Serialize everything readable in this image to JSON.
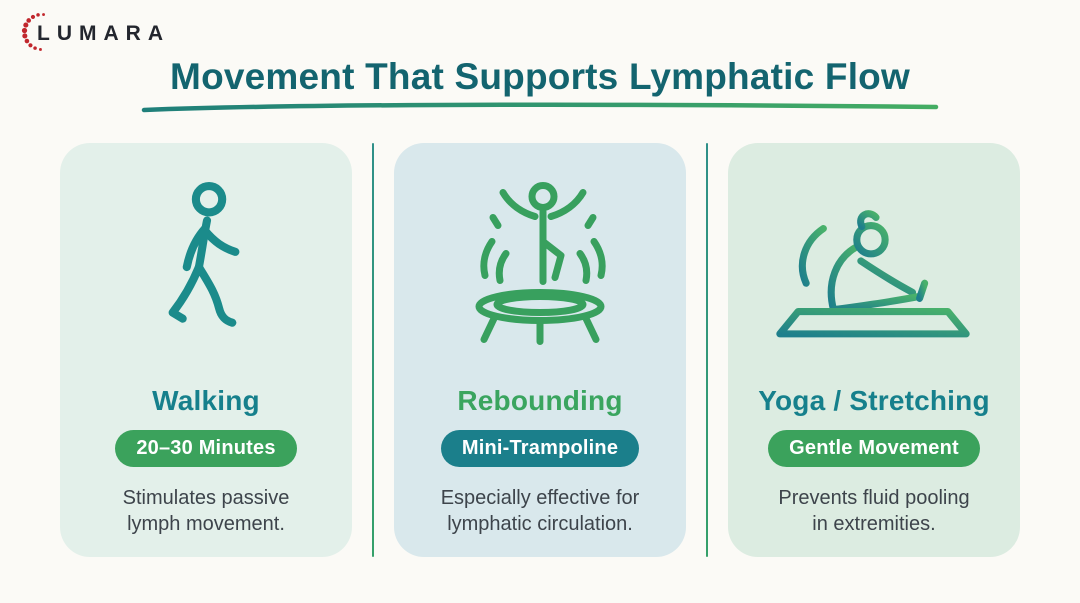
{
  "brand": {
    "name": "LUMARA"
  },
  "header": {
    "title": "Movement That Supports Lymphatic Flow"
  },
  "cards": [
    {
      "id": "walking",
      "icon": "walking-person-icon",
      "title": "Walking",
      "badge": "20–30 Minutes",
      "description": "Stimulates passive lymph movement.",
      "description_lines": [
        "Stimulates passive",
        "lymph movement."
      ]
    },
    {
      "id": "rebounding",
      "icon": "trampoline-jump-icon",
      "title": "Rebounding",
      "badge": "Mini-Trampoline",
      "description": "Especially effective for lymphatic circulation.",
      "description_lines": [
        "Especially effective for",
        "lymphatic circulation."
      ]
    },
    {
      "id": "yoga-stretching",
      "icon": "yoga-stretch-icon",
      "title": "Yoga / Stretching",
      "badge": "Gentle Movement",
      "description": "Prevents fluid pooling in extremities.",
      "description_lines": [
        "Prevents fluid pooling",
        "in extremities."
      ]
    }
  ],
  "colors": {
    "background": "#fbfaf6",
    "title": "#13646f",
    "underline_start": "#1f7f7a",
    "underline_end": "#44ad63",
    "teal": "#16808c",
    "green": "#3aa55f",
    "badge_green": "#3ba25c",
    "badge_teal": "#1b7f8b",
    "card1_bg": "#e3f0ea",
    "card2_bg": "#d9e8ec",
    "card3_bg": "#dcece1",
    "body_text": "#3d444b",
    "divider": "#2f9089",
    "logo_text": "#23262e",
    "logo_dots": "#c1272d"
  }
}
